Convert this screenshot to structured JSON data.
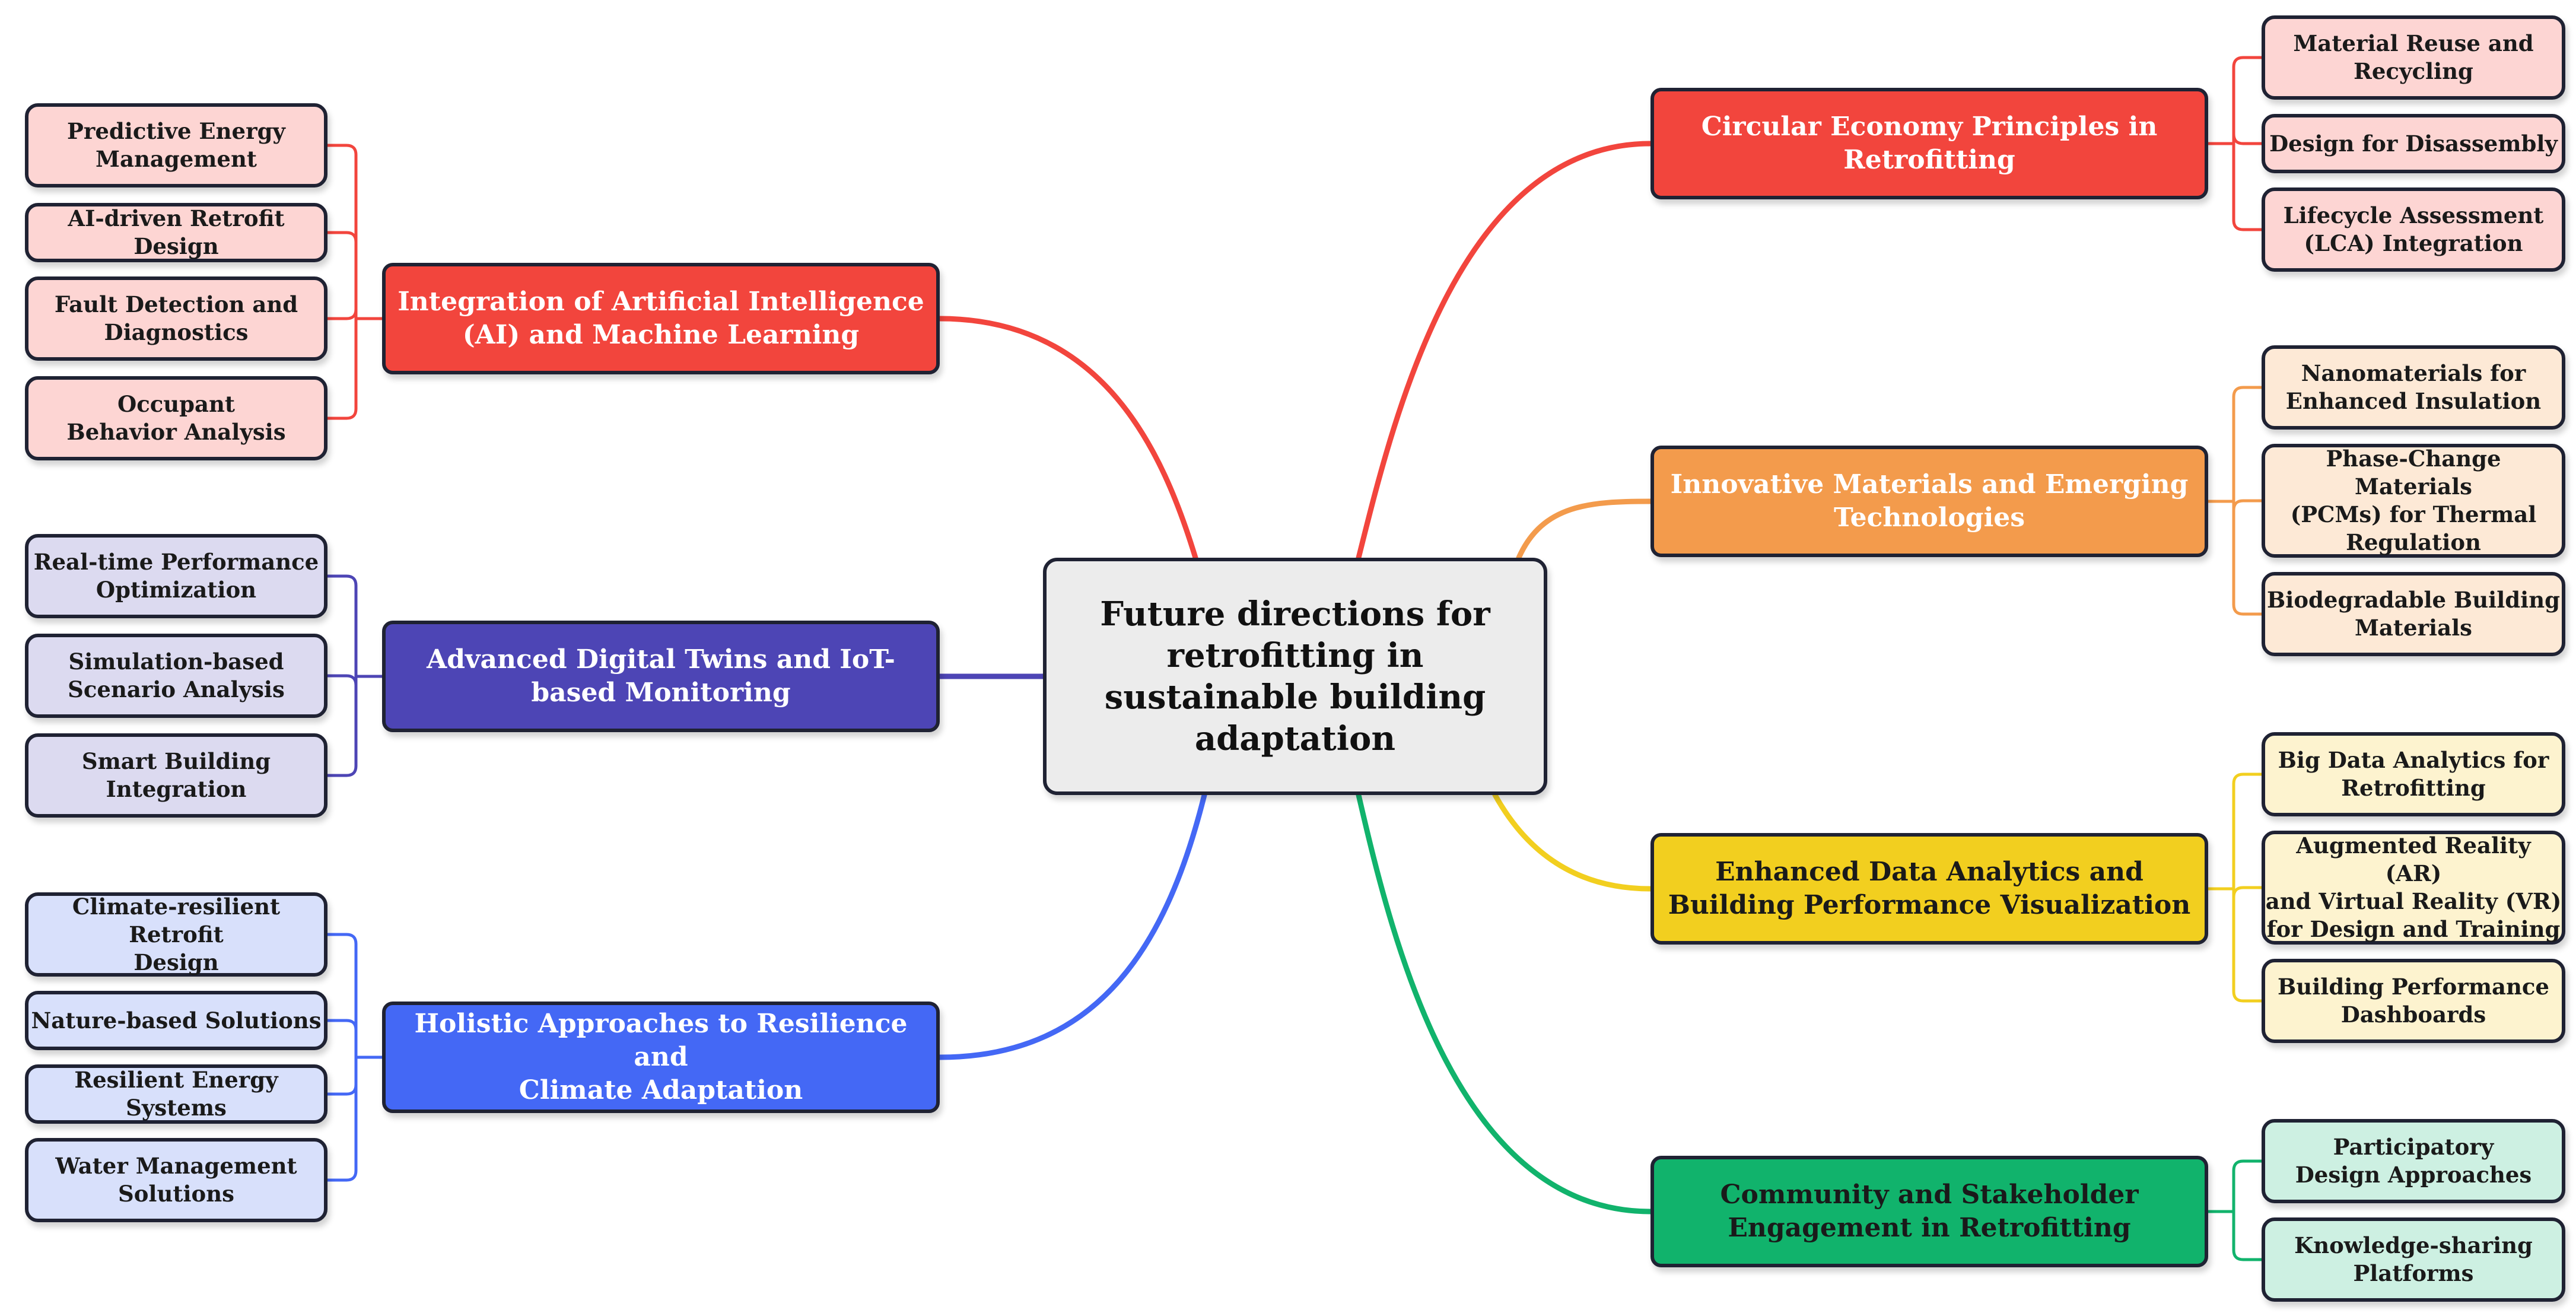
{
  "center": {
    "title": "Future directions for\nretrofitting in\nsustainable building\nadaptation"
  },
  "branches": [
    {
      "id": "ai",
      "label": "Integration of Artificial Intelligence\n(AI) and Machine Learning",
      "color": "#f2453d",
      "leaf_bg": "#fdd5d3",
      "line": "#f2453d",
      "leaves": [
        "Predictive Energy\nManagement",
        "AI-driven Retrofit Design",
        "Fault Detection and\nDiagnostics",
        "Occupant\nBehavior Analysis"
      ]
    },
    {
      "id": "twins",
      "label": "Advanced Digital Twins and IoT-\nbased Monitoring",
      "color": "#4d45b5",
      "leaf_bg": "#dcdaf0",
      "line": "#4d45b5",
      "leaves": [
        "Real-time Performance\nOptimization",
        "Simulation-based\nScenario Analysis",
        "Smart Building\nIntegration"
      ]
    },
    {
      "id": "resilience",
      "label": "Holistic Approaches to Resilience and\nClimate Adaptation",
      "color": "#4468f5",
      "leaf_bg": "#d8e0fb",
      "line": "#4468f5",
      "leaves": [
        "Climate-resilient Retrofit\nDesign",
        "Nature-based Solutions",
        "Resilient Energy Systems",
        "Water Management\nSolutions"
      ]
    },
    {
      "id": "circular",
      "label": "Circular Economy Principles in\nRetrofitting",
      "color": "#f2453d",
      "leaf_bg": "#fdd5d3",
      "line": "#f2453d",
      "leaves": [
        "Material Reuse and\nRecycling",
        "Design for Disassembly",
        "Lifecycle Assessment\n(LCA) Integration"
      ]
    },
    {
      "id": "materials",
      "label": "Innovative Materials and Emerging\nTechnologies",
      "color": "#f39b4c",
      "leaf_bg": "#fde9d6",
      "line": "#f39b4c",
      "leaves": [
        "Nanomaterials for\nEnhanced Insulation",
        "Phase-Change Materials\n(PCMs) for Thermal\nRegulation",
        "Biodegradable Building\nMaterials"
      ]
    },
    {
      "id": "analytics",
      "label": "Enhanced Data Analytics and\nBuilding Performance Visualization",
      "color": "#f2cf1f",
      "leaf_bg": "#fdf3cf",
      "line": "#f2cf1f",
      "leaves": [
        "Big Data Analytics for\nRetrofitting",
        "Augmented Reality (AR)\nand Virtual Reality (VR)\nfor Design and Training",
        "Building Performance\nDashboards"
      ]
    },
    {
      "id": "community",
      "label": "Community and Stakeholder\nEngagement in Retrofitting",
      "color": "#11b36c",
      "leaf_bg": "#cdf0e2",
      "line": "#11b36c",
      "leaves": [
        "Participatory\nDesign Approaches",
        "Knowledge-sharing\nPlatforms"
      ]
    }
  ]
}
